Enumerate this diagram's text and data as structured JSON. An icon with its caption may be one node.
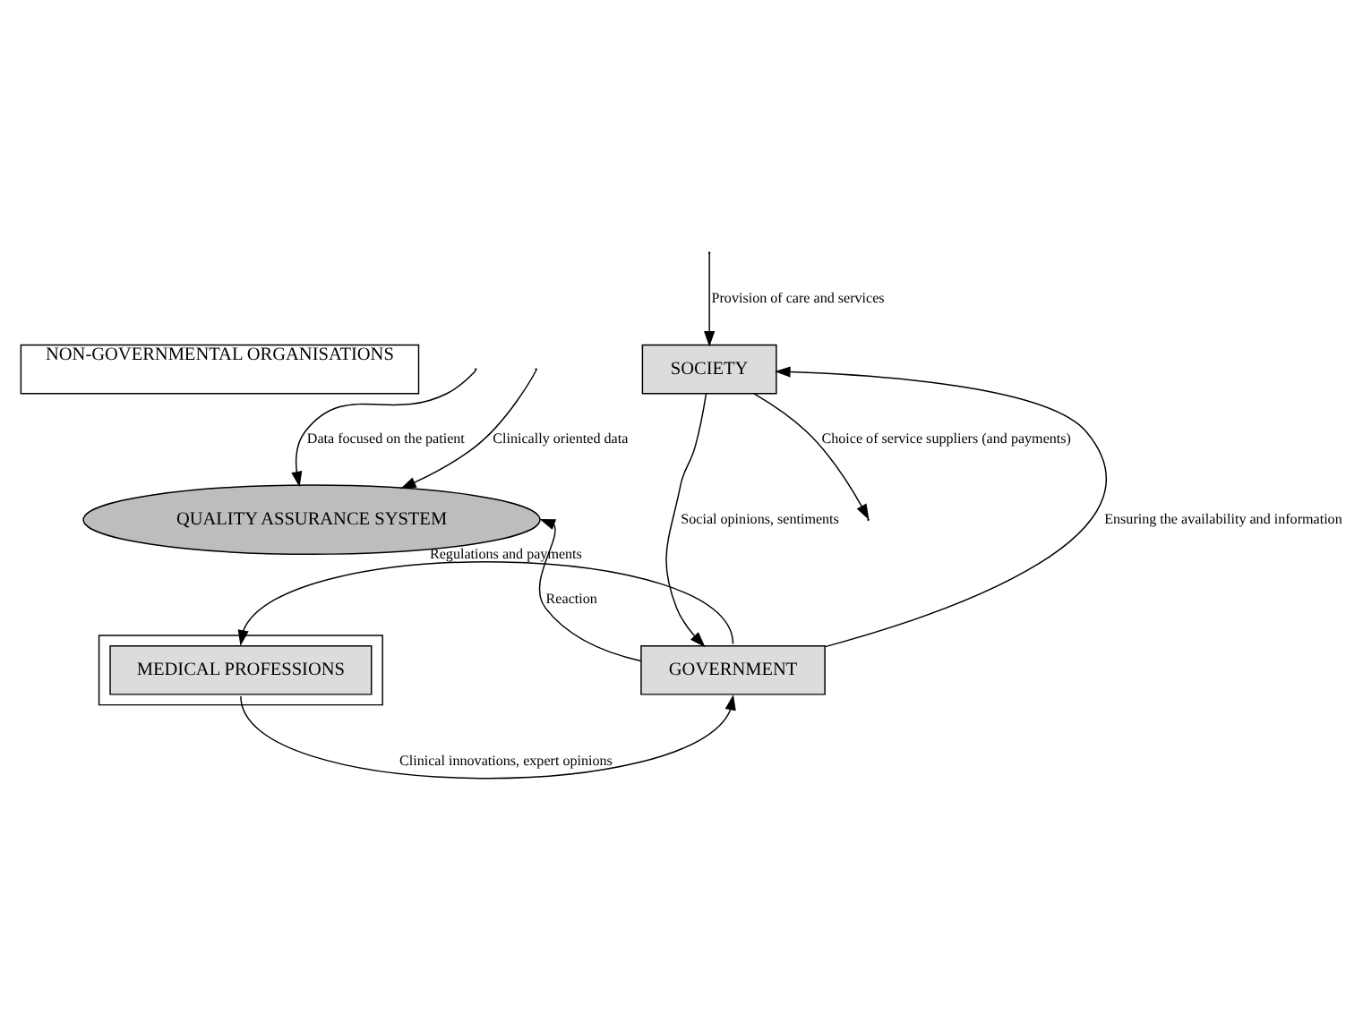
{
  "diagram": {
    "nodes": [
      {
        "text": [
          "SOCIETY"
        ]
      },
      {
        "text": [
          "NON-GOVERNMENTAL ORGANISATIONS"
        ]
      },
      {
        "text": [
          "QUALITY ASSURANCE SYSTEM"
        ]
      },
      {
        "text": [],
        "shape": "box"
      },
      {
        "text": [
          "MEDICAL PROFESSIONS"
        ],
        "in": 3
      },
      {
        "text": [
          "GOVERNMENT"
        ]
      }
    ],
    "edges": [
      {
        "from": 0,
        "to": null,
        "arrow": "to",
        "label": "Choice of service suppliers (and payments)"
      },
      {
        "from": null,
        "to": 0,
        "arrow": "to",
        "label": "Provision of care and services"
      },
      {
        "from": null,
        "to": 2,
        "arrow": "to",
        "label": "Data focused on the patient"
      },
      {
        "from": 0,
        "to": 5,
        "arrow": "to",
        "label": "Social opinions, sentiments"
      },
      {
        "from": 5,
        "to": 0,
        "arrow": "to",
        "label": "Ensuring the availability and information"
      },
      {
        "from": null,
        "to": 2,
        "arrow": "to",
        "label": "Clinically oriented data"
      },
      {
        "from": 5,
        "to": 2,
        "arrow": "to",
        "label": "Reaction"
      },
      {
        "from": 5,
        "to": 4,
        "arrow": "to",
        "label": "Regulations and payments"
      },
      {
        "from": 4,
        "to": 5,
        "arrow": "to",
        "label": "Clinical innovations, expert opinions"
      }
    ]
  }
}
